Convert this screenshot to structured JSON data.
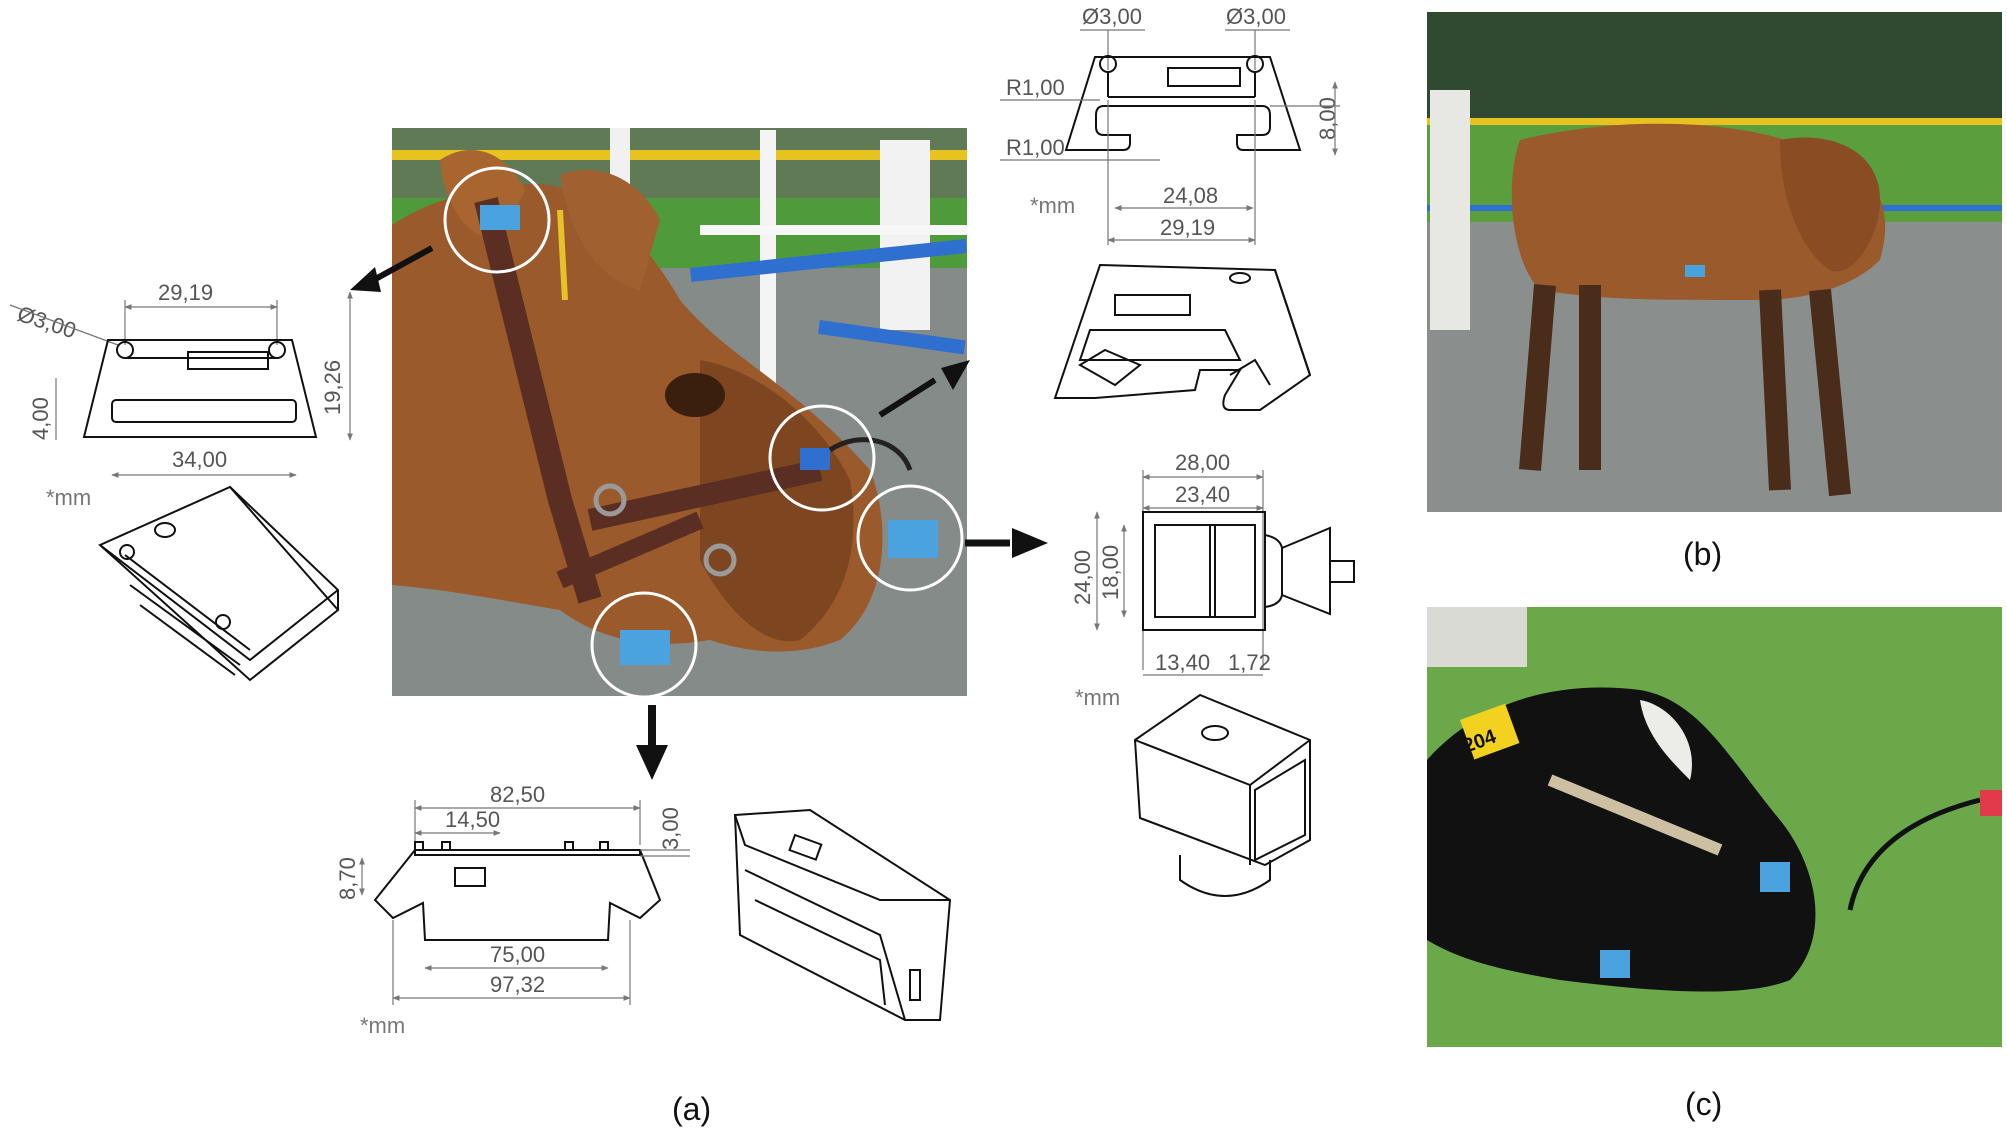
{
  "panels": {
    "a": "(a)",
    "b": "(b)",
    "c": "(c)"
  },
  "units": "*mm",
  "ear_part": {
    "hole": "Ø3,00",
    "top_width": "29,19",
    "height": "19,26",
    "slot": "4,00",
    "bottom_width": "34,00"
  },
  "muzzle_part": {
    "hole_left": "Ø3,00",
    "hole_right": "Ø3,00",
    "radius_top": "R1,00",
    "radius_bottom": "R1,00",
    "height": "8,00",
    "inner_width": "24,08",
    "outer_width": "29,19"
  },
  "sensor_part": {
    "width_outer": "28,00",
    "width_inner": "23,40",
    "height_outer": "24,00",
    "height_inner": "18,00",
    "left_cell": "13,40",
    "gap": "1,72"
  },
  "chin_part": {
    "top_width": "82,50",
    "inner_top": "14,50",
    "thickness": "3,00",
    "height": "8,70",
    "bottom_inner": "75,00",
    "bottom_outer": "97,32"
  },
  "tag_number": "204",
  "colors": {
    "sensor_blue": "#4aa3df",
    "cow_brown": "#9b5a2b",
    "grass": "#5f9e3a",
    "fence_yellow": "#e8c21f",
    "fence_blue": "#2f6fd0"
  }
}
